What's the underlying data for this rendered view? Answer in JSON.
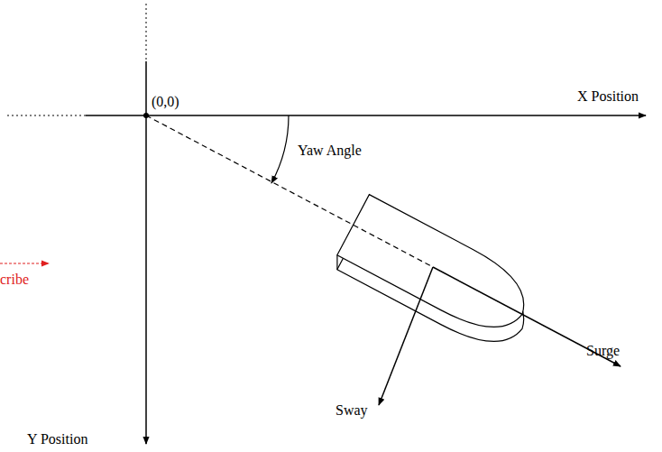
{
  "diagram": {
    "labels": [
      "(0,0)",
      "X Position",
      "Yaw Angle",
      "cribe",
      "Sway",
      "Surge",
      "Y Position"
    ]
  }
}
